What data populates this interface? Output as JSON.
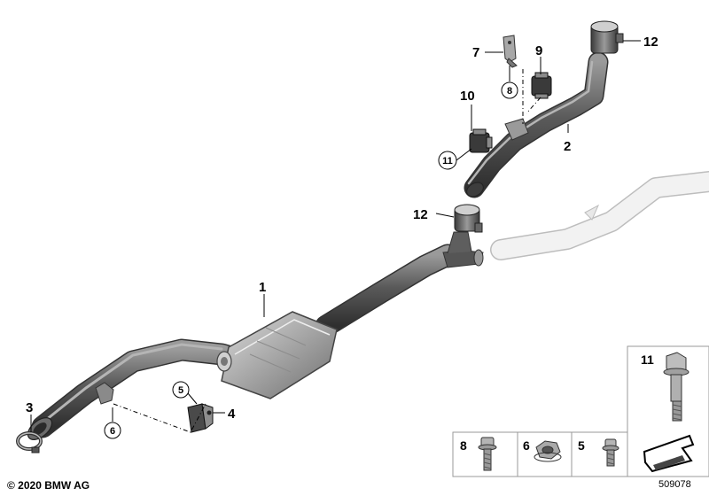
{
  "callouts": {
    "c1": "1",
    "c2": "2",
    "c3": "3",
    "c4": "4",
    "c5": "5",
    "c6": "6",
    "c7": "7",
    "c8": "8",
    "c9": "9",
    "c10": "10",
    "c11": "11",
    "c12a": "12",
    "c12b": "12"
  },
  "legend": {
    "box8": "8",
    "box6": "6",
    "box5": "5",
    "box11": "11"
  },
  "footer": {
    "copyright": "© 2020 BMW AG",
    "doc_number": "509078"
  },
  "colors": {
    "pipe_dark": "#4d4d4d",
    "pipe_mid": "#8a8a8a",
    "pipe_light": "#c8c8c8",
    "ghost_pipe": "#e6e6e6"
  }
}
